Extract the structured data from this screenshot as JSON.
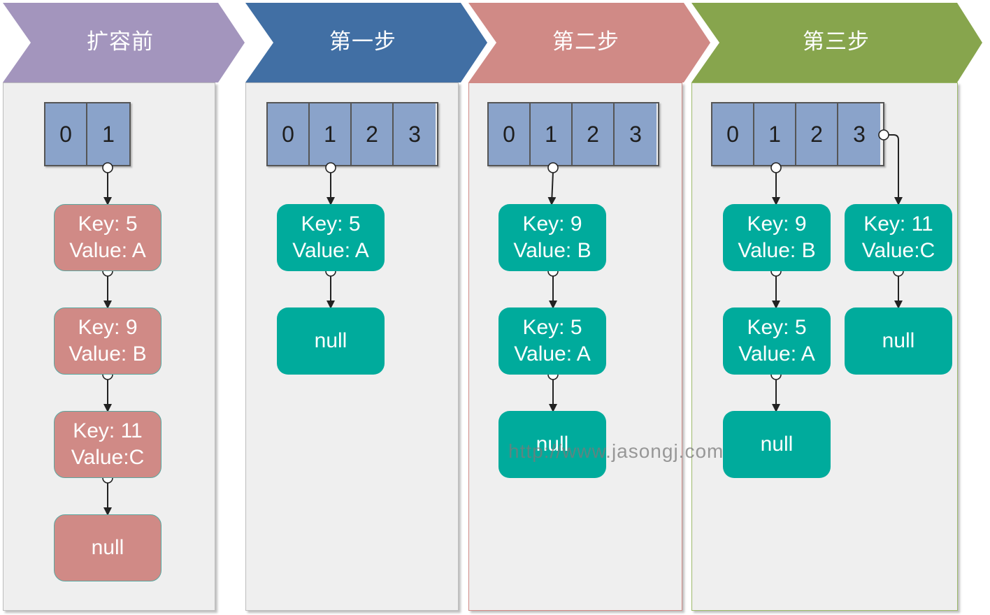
{
  "stages": [
    {
      "title": "扩容前",
      "color": "#a395bd",
      "buckets": [
        "0",
        "1"
      ],
      "lists": [
        {
          "bucket": "1",
          "nodes": [
            {
              "lines": [
                "Key: 5",
                "Value: A"
              ]
            },
            {
              "lines": [
                "Key: 9",
                "Value: B"
              ]
            },
            {
              "lines": [
                "Key: 11",
                "Value:C"
              ]
            },
            {
              "lines": [
                "null"
              ]
            }
          ]
        }
      ]
    },
    {
      "title": "第一步",
      "color": "#416fa4",
      "buckets": [
        "0",
        "1",
        "2",
        "3"
      ],
      "lists": [
        {
          "bucket": "1",
          "nodes": [
            {
              "lines": [
                "Key: 5",
                "Value: A"
              ]
            },
            {
              "lines": [
                "null"
              ]
            }
          ]
        }
      ]
    },
    {
      "title": "第二步",
      "color": "#d08a86",
      "buckets": [
        "0",
        "1",
        "2",
        "3"
      ],
      "lists": [
        {
          "bucket": "1",
          "nodes": [
            {
              "lines": [
                "Key: 9",
                "Value: B"
              ]
            },
            {
              "lines": [
                "Key: 5",
                "Value: A"
              ]
            },
            {
              "lines": [
                "null"
              ]
            }
          ]
        }
      ]
    },
    {
      "title": "第三步",
      "color": "#87a54d",
      "buckets": [
        "0",
        "1",
        "2",
        "3"
      ],
      "lists": [
        {
          "bucket": "1",
          "nodes": [
            {
              "lines": [
                "Key: 9",
                "Value: B"
              ]
            },
            {
              "lines": [
                "Key: 5",
                "Value: A"
              ]
            },
            {
              "lines": [
                "null"
              ]
            }
          ]
        },
        {
          "bucket": "3",
          "nodes": [
            {
              "lines": [
                "Key: 11",
                "Value:C"
              ]
            },
            {
              "lines": [
                "null"
              ]
            }
          ]
        }
      ]
    }
  ],
  "colors": {
    "pink_node": "#d08a86",
    "teal_node": "#00ab9c",
    "bucket": "#8aa3ca"
  },
  "watermark": "http://www.jasongj.com"
}
